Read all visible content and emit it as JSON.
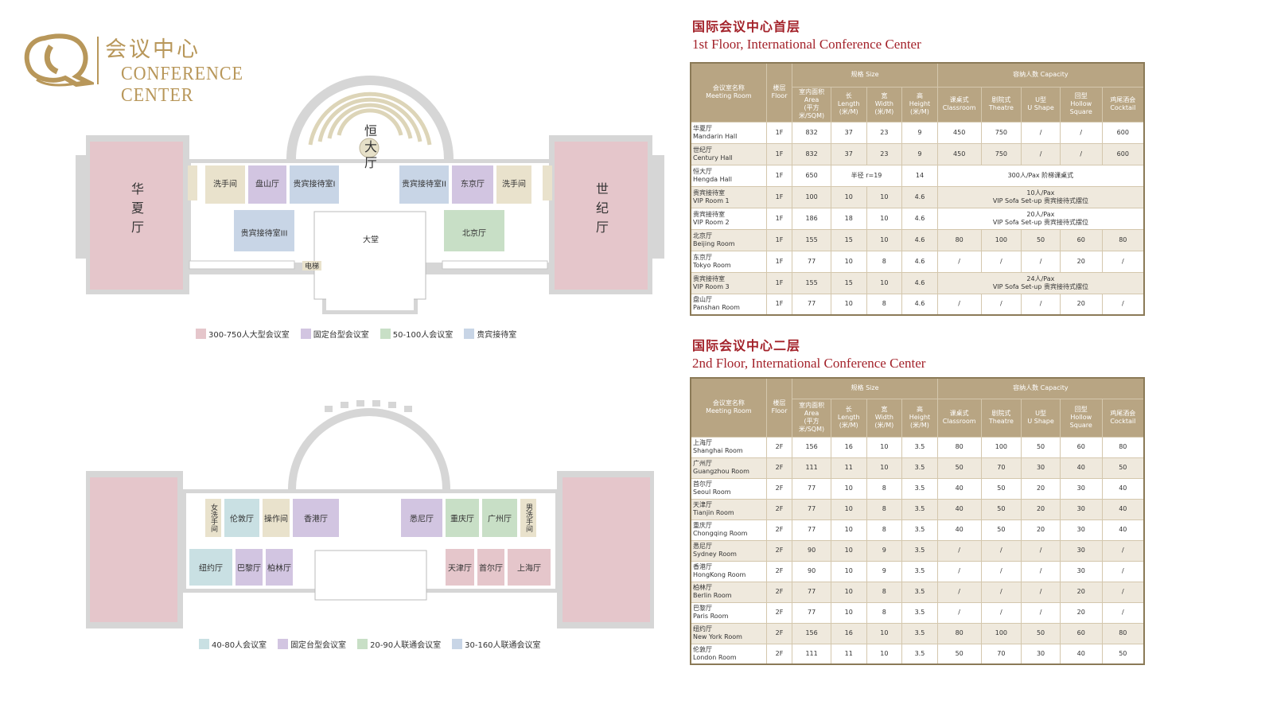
{
  "logo": {
    "cn": "会议中心",
    "en": "CONFERENCE CENTER"
  },
  "colors": {
    "gold": "#b8975a",
    "red": "#a3222a",
    "pink": "#e5c6cb",
    "purple": "#d2c5e1",
    "green": "#c8dfc6",
    "blue": "#c8d5e6",
    "beige": "#e9e2cc",
    "teal": "#c9e0e3"
  },
  "floor1_plan": {
    "rooms": {
      "huaxia": "华夏厅",
      "shiji": "世纪厅",
      "hengda": "恒大厅",
      "washroom_left": "洗手间",
      "panshan": "盘山厅",
      "vip1": "贵宾接待室I",
      "vip2": "贵宾接待室II",
      "dongjing": "东京厅",
      "washroom_right": "洗手间",
      "vip3": "贵宾接待室III",
      "lobby": "大堂",
      "beijing": "北京厅",
      "elevator": "电梯"
    },
    "legend": [
      "300-750人大型会议室",
      "固定台型会议室",
      "50-100人会议室",
      "贵宾接待室"
    ]
  },
  "floor2_plan": {
    "rooms": {
      "women": "女洗手间",
      "london": "伦敦厅",
      "control": "操作间",
      "hongkong": "香港厅",
      "sydney": "悉尼厅",
      "chongqing": "重庆厅",
      "guangzhou": "广州厅",
      "men": "男洗手间",
      "newyork": "纽约厅",
      "paris": "巴黎厅",
      "berlin": "柏林厅",
      "tianjin": "天津厅",
      "seoul": "首尔厅",
      "shanghai": "上海厅"
    },
    "legend": [
      "40-80人会议室",
      "固定台型会议室",
      "20-90人联通会议室",
      "30-160人联通会议室"
    ]
  },
  "floor1_heading": {
    "cn": "国际会议中心首层",
    "en": "1st Floor, International Conference Center"
  },
  "floor2_heading": {
    "cn": "国际会议中心二层",
    "en": "2nd Floor, International Conference Center"
  },
  "table_header": {
    "room_cn": "会议室名称",
    "room_en": "Meeting Room",
    "floor_cn": "楼层",
    "floor_en": "Floor",
    "size": "规格 Size",
    "capacity": "容纳人数 Capacity",
    "area": [
      "室内面积",
      "Area",
      "(平方米/SQM)"
    ],
    "length": [
      "长",
      "Length",
      "(米/M)"
    ],
    "width": [
      "宽",
      "Width",
      "(米/M)"
    ],
    "height": [
      "高",
      "Height",
      "(米/M)"
    ],
    "classroom": [
      "课桌式",
      "Classroom"
    ],
    "theatre": [
      "剧院式",
      "Theatre"
    ],
    "ushape": [
      "U型",
      "U Shape"
    ],
    "hollow": [
      "回型",
      "Hollow",
      "Square"
    ],
    "cocktail": [
      "鸡尾酒会",
      "Cocktail"
    ]
  },
  "table1_rows": [
    {
      "cn": "华夏厅",
      "en": "Mandarin Hall",
      "floor": "1F",
      "area": "832",
      "length": "37",
      "width": "23",
      "height": "9",
      "classroom": "450",
      "theatre": "750",
      "ushape": "/",
      "hollow": "/",
      "cocktail": "600"
    },
    {
      "cn": "世纪厅",
      "en": "Century Hall",
      "floor": "1F",
      "area": "832",
      "length": "37",
      "width": "23",
      "height": "9",
      "classroom": "450",
      "theatre": "750",
      "ushape": "/",
      "hollow": "/",
      "cocktail": "600"
    },
    {
      "cn": "恒大厅",
      "en": "Hengda Hall",
      "floor": "1F",
      "area": "650",
      "lw_note": "半径 r=19",
      "height": "14",
      "cap_note": "300人/Pax  阶梯课桌式"
    },
    {
      "cn": "贵宾接待室",
      "en": "VIP Room 1",
      "floor": "1F",
      "area": "100",
      "length": "10",
      "width": "10",
      "height": "4.6",
      "cap_note": "10人/Pax",
      "cap_note2": "VIP Sofa Set-up 贵宾接待式摆位"
    },
    {
      "cn": "贵宾接待室",
      "en": "VIP Room 2",
      "floor": "1F",
      "area": "186",
      "length": "18",
      "width": "10",
      "height": "4.6",
      "cap_note": "20人/Pax",
      "cap_note2": "VIP Sofa Set-up 贵宾接待式摆位"
    },
    {
      "cn": "北京厅",
      "en": "Beijing Room",
      "floor": "1F",
      "area": "155",
      "length": "15",
      "width": "10",
      "height": "4.6",
      "classroom": "80",
      "theatre": "100",
      "ushape": "50",
      "hollow": "60",
      "cocktail": "80"
    },
    {
      "cn": "东京厅",
      "en": "Tokyo  Room",
      "floor": "1F",
      "area": "77",
      "length": "10",
      "width": "8",
      "height": "4.6",
      "classroom": "/",
      "theatre": "/",
      "ushape": "/",
      "hollow": "20",
      "cocktail": "/"
    },
    {
      "cn": "贵宾接待室",
      "en": "VIP Room 3",
      "floor": "1F",
      "area": "155",
      "length": "15",
      "width": "10",
      "height": "4.6",
      "cap_note": "24人/Pax",
      "cap_note2": "VIP Sofa Set-up 贵宾接待式摆位"
    },
    {
      "cn": "盘山厅",
      "en": "Panshan Room",
      "floor": "1F",
      "area": "77",
      "length": "10",
      "width": "8",
      "height": "4.6",
      "classroom": "/",
      "theatre": "/",
      "ushape": "/",
      "hollow": "20",
      "cocktail": "/"
    }
  ],
  "table2_rows": [
    {
      "cn": "上海厅",
      "en": "Shanghai Room",
      "floor": "2F",
      "area": "156",
      "length": "16",
      "width": "10",
      "height": "3.5",
      "classroom": "80",
      "theatre": "100",
      "ushape": "50",
      "hollow": "60",
      "cocktail": "80"
    },
    {
      "cn": "广州厅",
      "en": "Guangzhou Room",
      "floor": "2F",
      "area": "111",
      "length": "11",
      "width": "10",
      "height": "3.5",
      "classroom": "50",
      "theatre": "70",
      "ushape": "30",
      "hollow": "40",
      "cocktail": "50"
    },
    {
      "cn": "首尔厅",
      "en": "Seoul Room",
      "floor": "2F",
      "area": "77",
      "length": "10",
      "width": "8",
      "height": "3.5",
      "classroom": "40",
      "theatre": "50",
      "ushape": "20",
      "hollow": "30",
      "cocktail": "40"
    },
    {
      "cn": "天津厅",
      "en": "Tianjin Room",
      "floor": "2F",
      "area": "77",
      "length": "10",
      "width": "8",
      "height": "3.5",
      "classroom": "40",
      "theatre": "50",
      "ushape": "20",
      "hollow": "30",
      "cocktail": "40"
    },
    {
      "cn": "重庆厅",
      "en": "Chongqing Room",
      "floor": "2F",
      "area": "77",
      "length": "10",
      "width": "8",
      "height": "3.5",
      "classroom": "40",
      "theatre": "50",
      "ushape": "20",
      "hollow": "30",
      "cocktail": "40"
    },
    {
      "cn": "悉尼厅",
      "en": "Sydney  Room",
      "floor": "2F",
      "area": "90",
      "length": "10",
      "width": "9",
      "height": "3.5",
      "classroom": "/",
      "theatre": "/",
      "ushape": "/",
      "hollow": "30",
      "cocktail": "/"
    },
    {
      "cn": "香港厅",
      "en": "HongKong Room",
      "floor": "2F",
      "area": "90",
      "length": "10",
      "width": "9",
      "height": "3.5",
      "classroom": "/",
      "theatre": "/",
      "ushape": "/",
      "hollow": "30",
      "cocktail": "/"
    },
    {
      "cn": "柏林厅",
      "en": "Berlin  Room",
      "floor": "2F",
      "area": "77",
      "length": "10",
      "width": "8",
      "height": "3.5",
      "classroom": "/",
      "theatre": "/",
      "ushape": "/",
      "hollow": "20",
      "cocktail": "/"
    },
    {
      "cn": "巴黎厅",
      "en": "Paris Room",
      "floor": "2F",
      "area": "77",
      "length": "10",
      "width": "8",
      "height": "3.5",
      "classroom": "/",
      "theatre": "/",
      "ushape": "/",
      "hollow": "20",
      "cocktail": "/"
    },
    {
      "cn": "纽约厅",
      "en": "New York Room",
      "floor": "2F",
      "area": "156",
      "length": "16",
      "width": "10",
      "height": "3.5",
      "classroom": "80",
      "theatre": "100",
      "ushape": "50",
      "hollow": "60",
      "cocktail": "80"
    },
    {
      "cn": "伦敦厅",
      "en": "London  Room",
      "floor": "2F",
      "area": "111",
      "length": "11",
      "width": "10",
      "height": "3.5",
      "classroom": "50",
      "theatre": "70",
      "ushape": "30",
      "hollow": "40",
      "cocktail": "50"
    }
  ]
}
